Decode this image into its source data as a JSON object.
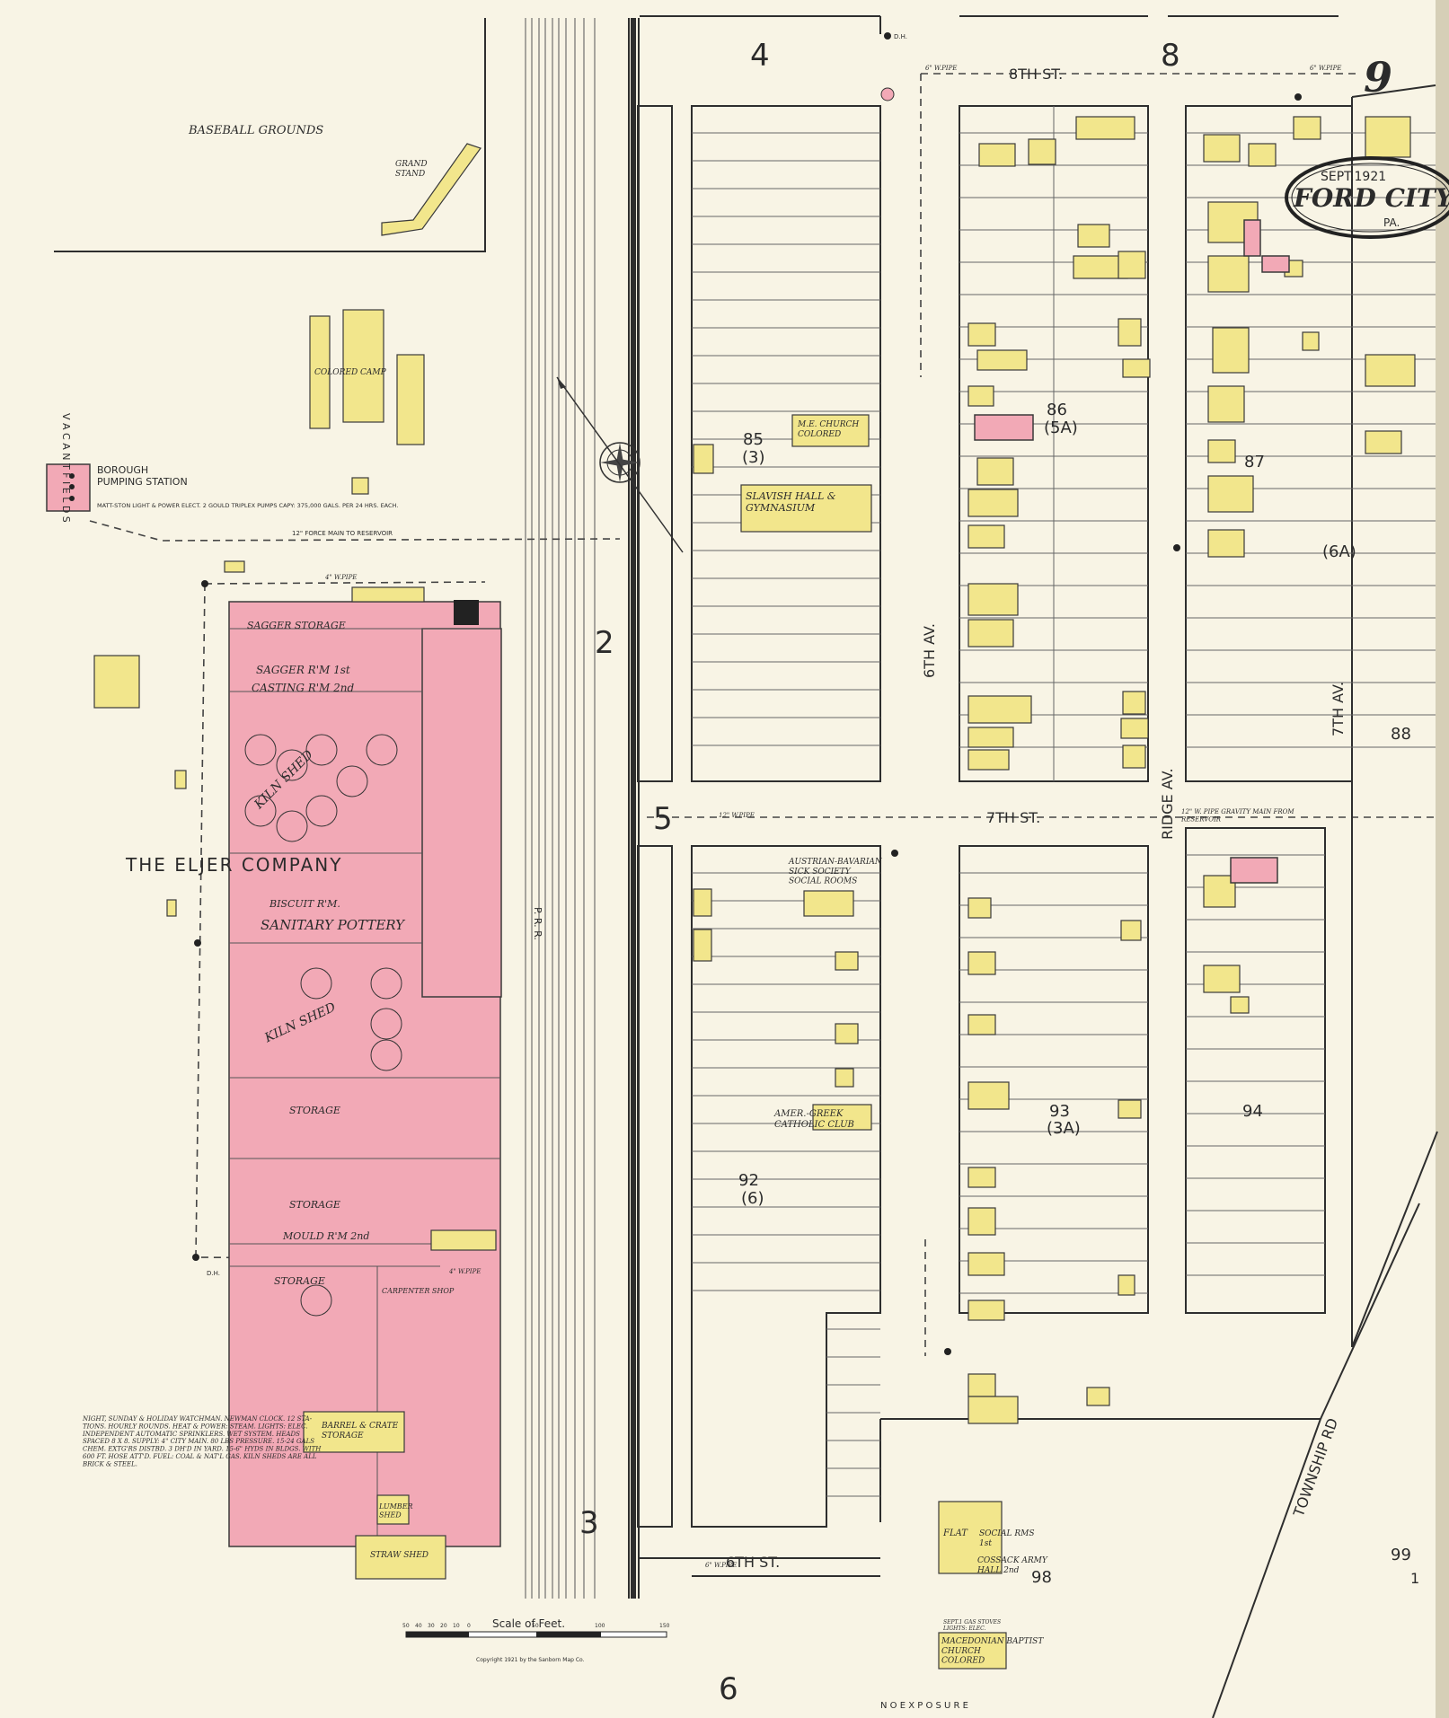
{
  "title": {
    "date": "SEPT.1921",
    "town": "FORD CITY",
    "state": "PA.",
    "sheet_number": "9",
    "corner_text": "1"
  },
  "sections": [
    "4",
    "8",
    "2",
    "5",
    "3",
    "6"
  ],
  "blocks": [
    "85",
    "(3)",
    "86",
    "(5A)",
    "87",
    "(6A)",
    "88",
    "92",
    "(6)",
    "93",
    "(3A)",
    "94",
    "98",
    "99"
  ],
  "streets": {
    "eighth": "8TH     ST.",
    "seventh": "7TH            ST.",
    "sixth": "6TH   ST.",
    "sixth_av": "6TH AV.",
    "ridge_av": "RIDGE    AV.",
    "seventh_av": "7TH    AV.",
    "township_rd": "TOWNSHIP    RD"
  },
  "labels": {
    "baseball": "BASEBALL GROUNDS",
    "grandstand": "GRAND\nSTAND",
    "colored_camp": "COLORED CAMP",
    "pumping_station": "BOROUGH\nPUMPING STATION",
    "pumping_note": "MATT-STON LIGHT & POWER ELECT. 2 GOULD TRIPLEX PUMPS CAPY: 375,000 GALS. PER 24 HRS. EACH.",
    "force_main": "12\" FORCE MAIN TO RESERVOIR",
    "company": "THE   ELJER   COMPANY",
    "sanitary_pottery": "SANITARY  POTTERY",
    "sagger_storage": "SAGGER STORAGE",
    "sagger_rm": "SAGGER R'M 1st",
    "casting_rm": "CASTING R'M 2nd",
    "kiln_shed_1": "KILN SHED",
    "biscuit_rm": "BISCUIT R'M.",
    "kiln_shed_2": "KILN SHED",
    "storage_1": "STORAGE",
    "storage_2": "STORAGE",
    "mould_rm": "MOULD R'M 2nd",
    "storage_3": "STORAGE",
    "carpenter": "CARPENTER SHOP",
    "barrel": "BARREL & CRATE\nSTORAGE",
    "lumber": "LUMBER\nSHED",
    "straw": "STRAW SHED",
    "me_church": "M.E. CHURCH\nCOLORED",
    "slavish": "SLAVISH HALL &\nGYMNASIUM",
    "austrian": "AUSTRIAN-BAVARIAN\nSICK SOCIETY\nSOCIAL ROOMS",
    "amer_greek": "AMER.-GREEK\nCATHOLIC CLUB",
    "flat": "FLAT",
    "social_rms": "SOCIAL RMS\n1st",
    "cossack": "COSSACK ARMY\nHALL 2nd",
    "macedonian": "MACEDONIAN BAPTIST\nCHURCH\nCOLORED",
    "macedonian_note": "SEPT.1 GAS STOVES\nLIGHTS: ELEC.",
    "pipe_6": "6\" W.PIPE",
    "pipe_4": "4\" W.PIPE",
    "pipe_12": "12\" W.PIPE",
    "gravity_main": "12\" W. PIPE  GRAVITY MAIN FROM\nRESERVOIR",
    "prr": "P.  R.  R.",
    "vacant_fields": "V A C A N T   F I E L D S",
    "no_exposure": "N O   E X P O S U R E",
    "scale": "Scale of Feet.",
    "copyright": "Copyright 1921 by the Sanborn Map Co.",
    "dh": "D.H."
  },
  "scale_ticks": [
    "50",
    "40",
    "30",
    "20",
    "10",
    "0",
    "50",
    "100",
    "150"
  ],
  "notes_block": "NIGHT, SUNDAY & HOLIDAY WATCHMAN. NEWMAN CLOCK. 12 STA-\nTIONS. HOURLY ROUNDS. HEAT & POWER: STEAM. LIGHTS: ELEC.\nINDEPENDENT AUTOMATIC SPRINKLERS. WET SYSTEM. HEADS\nSPACED 8 X 8. SUPPLY: 4\" CITY MAIN. 80 LBS PRESSURE. 15-24 GALS\nCHEM. EXTG'RS DISTBD. 3 DH'D IN YARD. 15-6\" HYDS IN BLDGS. WITH\n600 FT. HOSE ATT'D. FUEL: COAL & NAT'L GAS. KILN SHEDS ARE ALL\nBRICK & STEEL.",
  "colors": {
    "paper": "#f8f4e5",
    "frame": "#d6cfb7",
    "dwelling_yellow": "#f2e68c",
    "brick_pink": "#f2a9b6",
    "ink": "#2b2b2b"
  }
}
